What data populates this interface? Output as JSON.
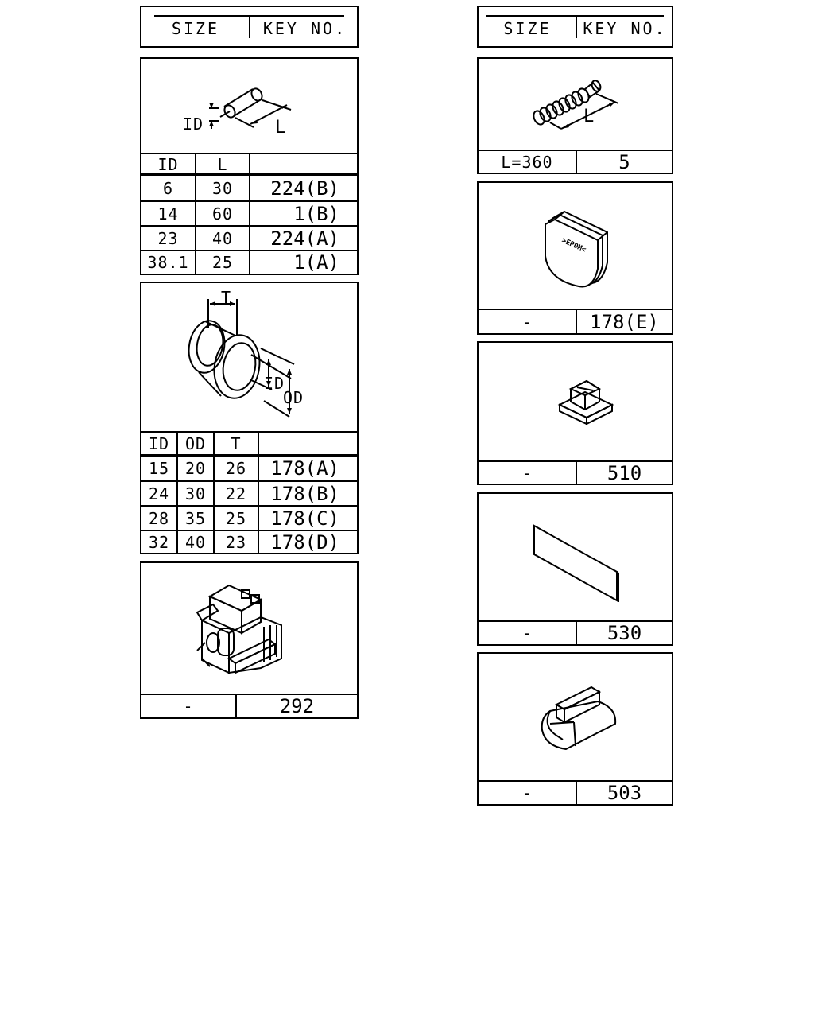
{
  "left_header": {
    "size_label": "SIZE",
    "key_label": "KEY NO."
  },
  "right_header": {
    "size_label": "SIZE",
    "key_label": "KEY NO."
  },
  "tube_table": {
    "callouts": {
      "id": "ID",
      "l": "L"
    },
    "columns": [
      "ID",
      "L",
      ""
    ],
    "rows": [
      {
        "id": "6",
        "l": "30",
        "key": "224(B)"
      },
      {
        "id": "14",
        "l": "60",
        "key": "1(B)"
      },
      {
        "id": "23",
        "l": "40",
        "key": "224(A)"
      },
      {
        "id": "38.1",
        "l": "25",
        "key": "1(A)"
      }
    ]
  },
  "grommet_table": {
    "callouts": {
      "t": "T",
      "id": "ID",
      "od": "OD"
    },
    "columns": [
      "ID",
      "OD",
      "T",
      ""
    ],
    "rows": [
      {
        "id": "15",
        "od": "20",
        "t": "26",
        "key": "178(A)"
      },
      {
        "id": "24",
        "od": "30",
        "t": "22",
        "key": "178(B)"
      },
      {
        "id": "28",
        "od": "35",
        "t": "25",
        "key": "178(C)"
      },
      {
        "id": "32",
        "od": "40",
        "t": "23",
        "key": "178(D)"
      }
    ]
  },
  "connector_part": {
    "size": "-",
    "key": "292"
  },
  "corrugated_tube": {
    "callout": "L",
    "size": "L=360",
    "key": "5"
  },
  "cap_part": {
    "label_text": ">EPDM<",
    "size": "-",
    "key": "178(E)"
  },
  "clip_part": {
    "size": "-",
    "key": "510"
  },
  "tape_part": {
    "size": "-",
    "key": "530"
  },
  "block_part": {
    "size": "-",
    "key": "503"
  }
}
